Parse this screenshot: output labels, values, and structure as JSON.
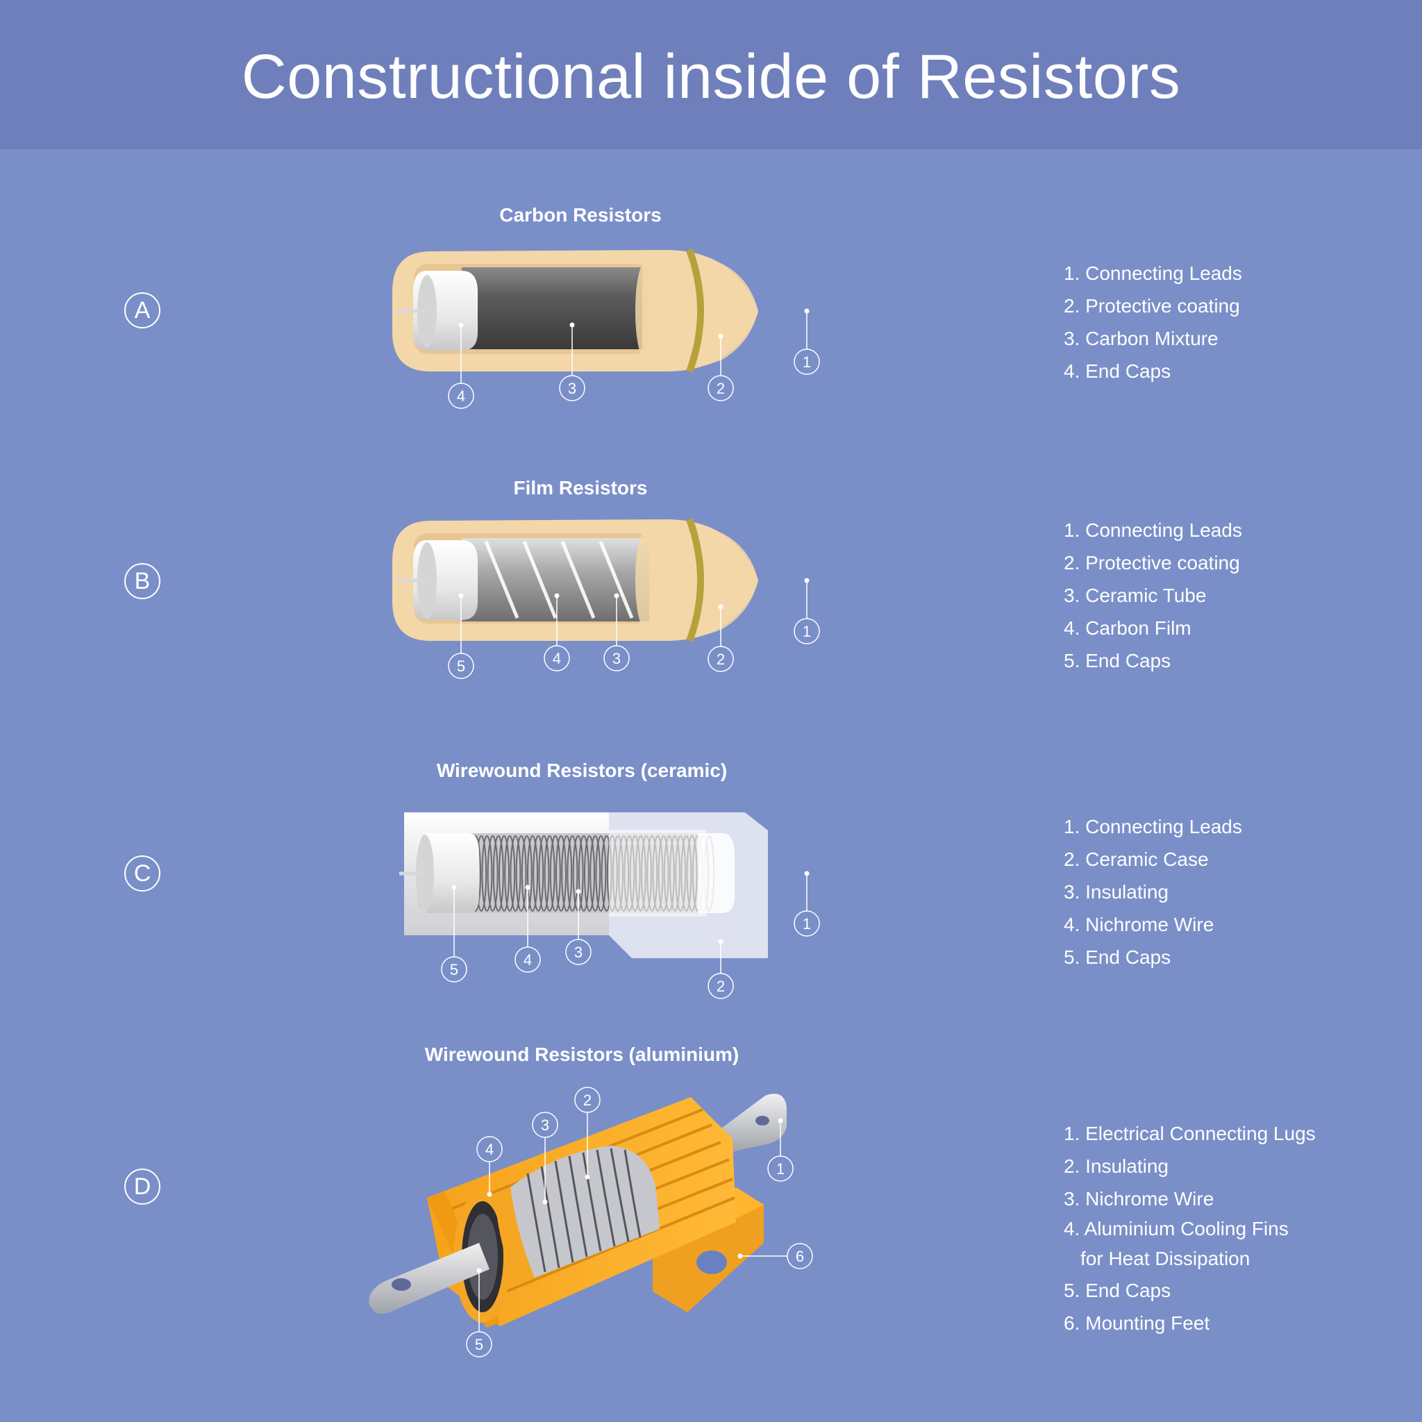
{
  "title": "Constructional inside of Resistors",
  "colors": {
    "background": "#7a8fc8",
    "header": "#6e7fbb",
    "coating": "#f3d7a8",
    "band": "#b8a13a",
    "aluminium": "#f5a623",
    "metal": "#b8bcc4"
  },
  "sections": [
    {
      "letter": "A",
      "title": "Carbon Resistors",
      "legend": [
        "1. Connecting Leads",
        "2. Protective coating",
        "3. Carbon Mixture",
        "4. End Caps"
      ],
      "callouts": [
        "4",
        "3",
        "2",
        "1"
      ]
    },
    {
      "letter": "B",
      "title": "Film Resistors",
      "legend": [
        "1. Connecting Leads",
        "2. Protective coating",
        "3. Ceramic Tube",
        "4. Carbon Film",
        "5. End Caps"
      ],
      "callouts": [
        "5",
        "4",
        "3",
        "2",
        "1"
      ]
    },
    {
      "letter": "C",
      "title": "Wirewound Resistors (ceramic)",
      "legend": [
        "1. Connecting Leads",
        "2. Ceramic Case",
        "3. Insulating",
        "4. Nichrome Wire",
        "5. End Caps"
      ],
      "callouts": [
        "5",
        "4",
        "3",
        "2",
        "1"
      ]
    },
    {
      "letter": "D",
      "title": "Wirewound Resistors (aluminium)",
      "legend": [
        "1. Electrical Connecting Lugs",
        "2. Insulating",
        "3. Nichrome Wire",
        "4. Aluminium Cooling Fins",
        "for Heat Dissipation",
        "5. End Caps",
        "6. Mounting Feet"
      ],
      "callouts": [
        "4",
        "3",
        "2",
        "1",
        "6",
        "5"
      ]
    }
  ]
}
